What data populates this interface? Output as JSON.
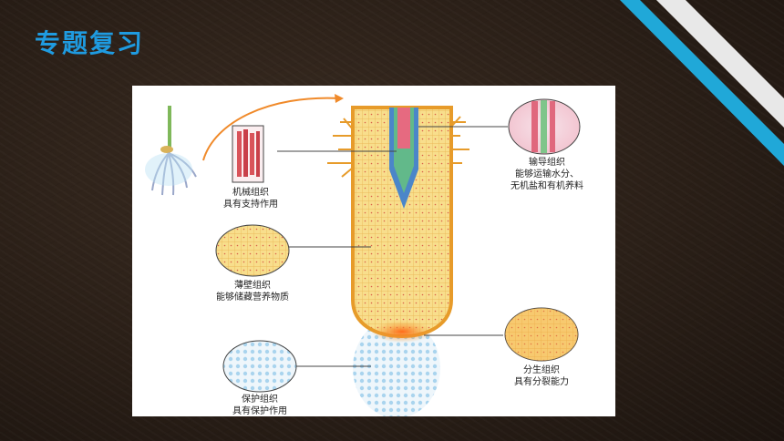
{
  "slide": {
    "title": "专题复习"
  },
  "colors": {
    "title": "#1f9be0",
    "stripe_blue": "#20a8d8",
    "stripe_white": "#e8e8e8"
  },
  "diagram": {
    "mechanical": {
      "name": "机械组织",
      "desc": "具有支持作用"
    },
    "conducting": {
      "name": "输导组织",
      "desc1": "能够运输水分、",
      "desc2": "无机盐和有机养料"
    },
    "parenchyma": {
      "name": "薄壁组织",
      "desc": "能够储藏营养物质"
    },
    "meristem": {
      "name": "分生组织",
      "desc": "具有分裂能力"
    },
    "protective": {
      "name": "保护组织",
      "desc": "具有保护作用"
    }
  }
}
